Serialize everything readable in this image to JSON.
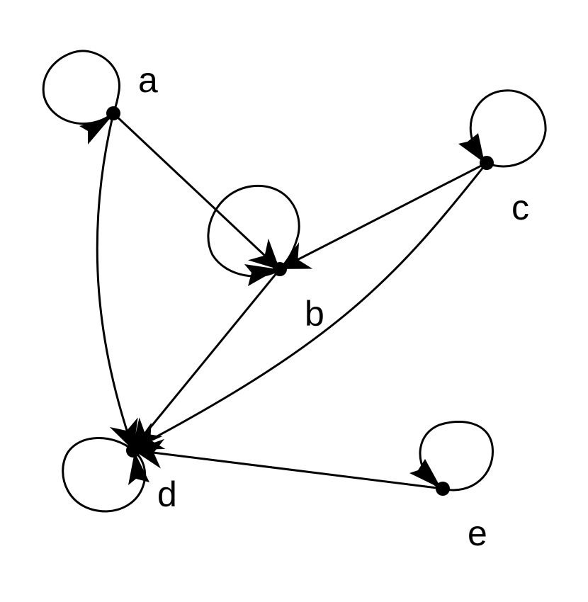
{
  "graph": {
    "nodes": [
      {
        "id": "a",
        "label": "a"
      },
      {
        "id": "b",
        "label": "b"
      },
      {
        "id": "c",
        "label": "c"
      },
      {
        "id": "d",
        "label": "d"
      },
      {
        "id": "e",
        "label": "e"
      }
    ],
    "edges": [
      {
        "from": "a",
        "to": "b"
      },
      {
        "from": "a",
        "to": "d"
      },
      {
        "from": "b",
        "to": "d"
      },
      {
        "from": "c",
        "to": "b"
      },
      {
        "from": "c",
        "to": "d"
      },
      {
        "from": "e",
        "to": "d"
      }
    ],
    "self_loops": [
      "a",
      "b",
      "c",
      "d",
      "e"
    ],
    "colors": {
      "stroke": "#000000",
      "node": "#000000",
      "background": "#ffffff"
    }
  }
}
